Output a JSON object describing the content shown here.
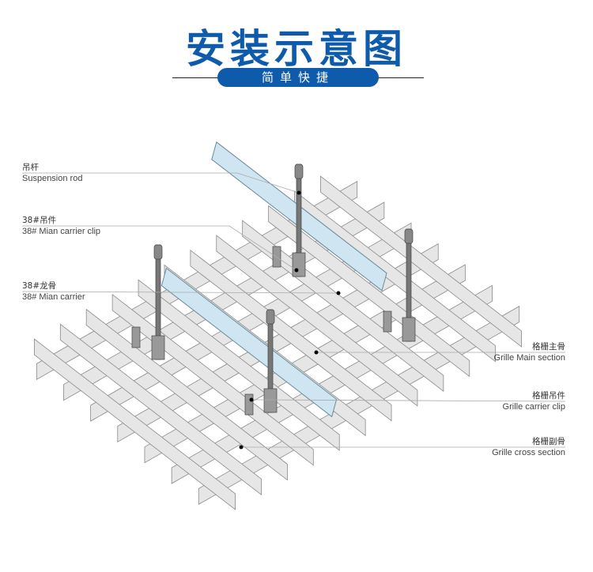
{
  "header": {
    "title": "安装示意图",
    "subtitle": "简单快捷"
  },
  "labels": [
    {
      "cn": "吊杆",
      "en": "Suspension rod"
    },
    {
      "cn": "38#吊件",
      "en": "38# Mian carrier clip"
    },
    {
      "cn": "38#龙骨",
      "en": "38# Mian carrier"
    },
    {
      "cn": "格栅主骨",
      "en": "Grille Main section"
    },
    {
      "cn": "格栅吊件",
      "en": "Grille carrier clip"
    },
    {
      "cn": "格栅副骨",
      "en": "Grille cross section"
    }
  ],
  "colors": {
    "accent": "#0f5bab",
    "carrier": "#cfe6f2",
    "grid": "#e6e6e6"
  }
}
